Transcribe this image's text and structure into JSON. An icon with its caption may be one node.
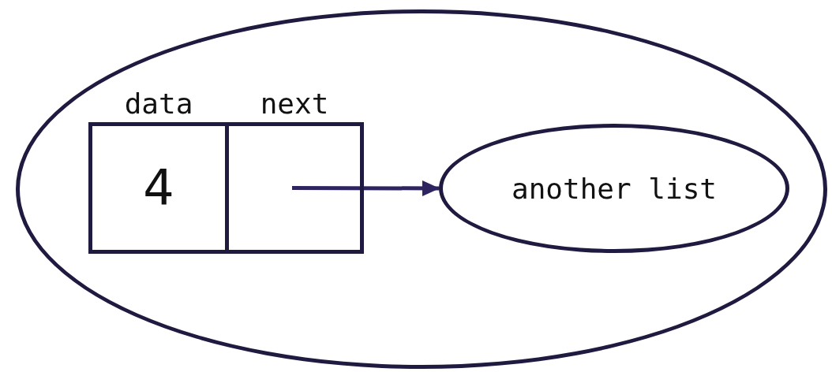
{
  "diagram": {
    "nodes": [
      {
        "text": [],
        "shape": "ellipse"
      },
      {
        "text": [
          "data",
          "4"
        ],
        "in": 0
      },
      {
        "text": [
          "next"
        ],
        "in": 0
      },
      {
        "text": [
          "another list"
        ],
        "in": 0
      }
    ],
    "edges": [
      {
        "from": 2,
        "to": 3,
        "arrow": "to"
      }
    ]
  }
}
